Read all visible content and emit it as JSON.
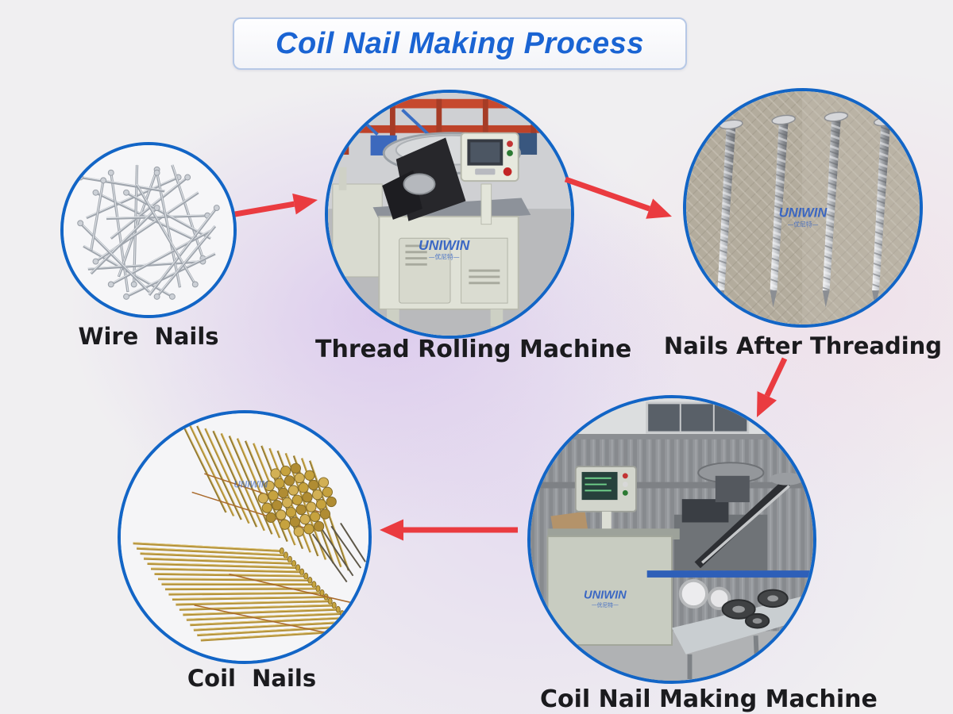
{
  "title": {
    "text": "Coil Nail Making Process"
  },
  "brand": {
    "watermark": "UNIWIN",
    "watermark_sub": "—优尼特—"
  },
  "steps": [
    {
      "id": "wire-nails",
      "label": "Wire  Nails"
    },
    {
      "id": "thread-rolling-machine",
      "label": "Thread Rolling Machine"
    },
    {
      "id": "nails-after-threading",
      "label": "Nails After Threading"
    },
    {
      "id": "coil-nail-making-machine",
      "label": "Coil Nail Making Machine"
    },
    {
      "id": "coil-nails",
      "label": "Coil  Nails"
    }
  ],
  "flow": [
    {
      "from": "wire-nails",
      "to": "thread-rolling-machine"
    },
    {
      "from": "thread-rolling-machine",
      "to": "nails-after-threading"
    },
    {
      "from": "nails-after-threading",
      "to": "coil-nail-making-machine"
    },
    {
      "from": "coil-nail-making-machine",
      "to": "coil-nails"
    }
  ],
  "colors": {
    "title_text": "#1a64d3",
    "title_border": "#b6c8e6",
    "circle_border": "#1265c6",
    "arrow_red": "#ea3b40",
    "label_text": "#1b1b1e",
    "background_tint": "#e8ddf1",
    "watermark_blue": "#2f5fc4"
  }
}
